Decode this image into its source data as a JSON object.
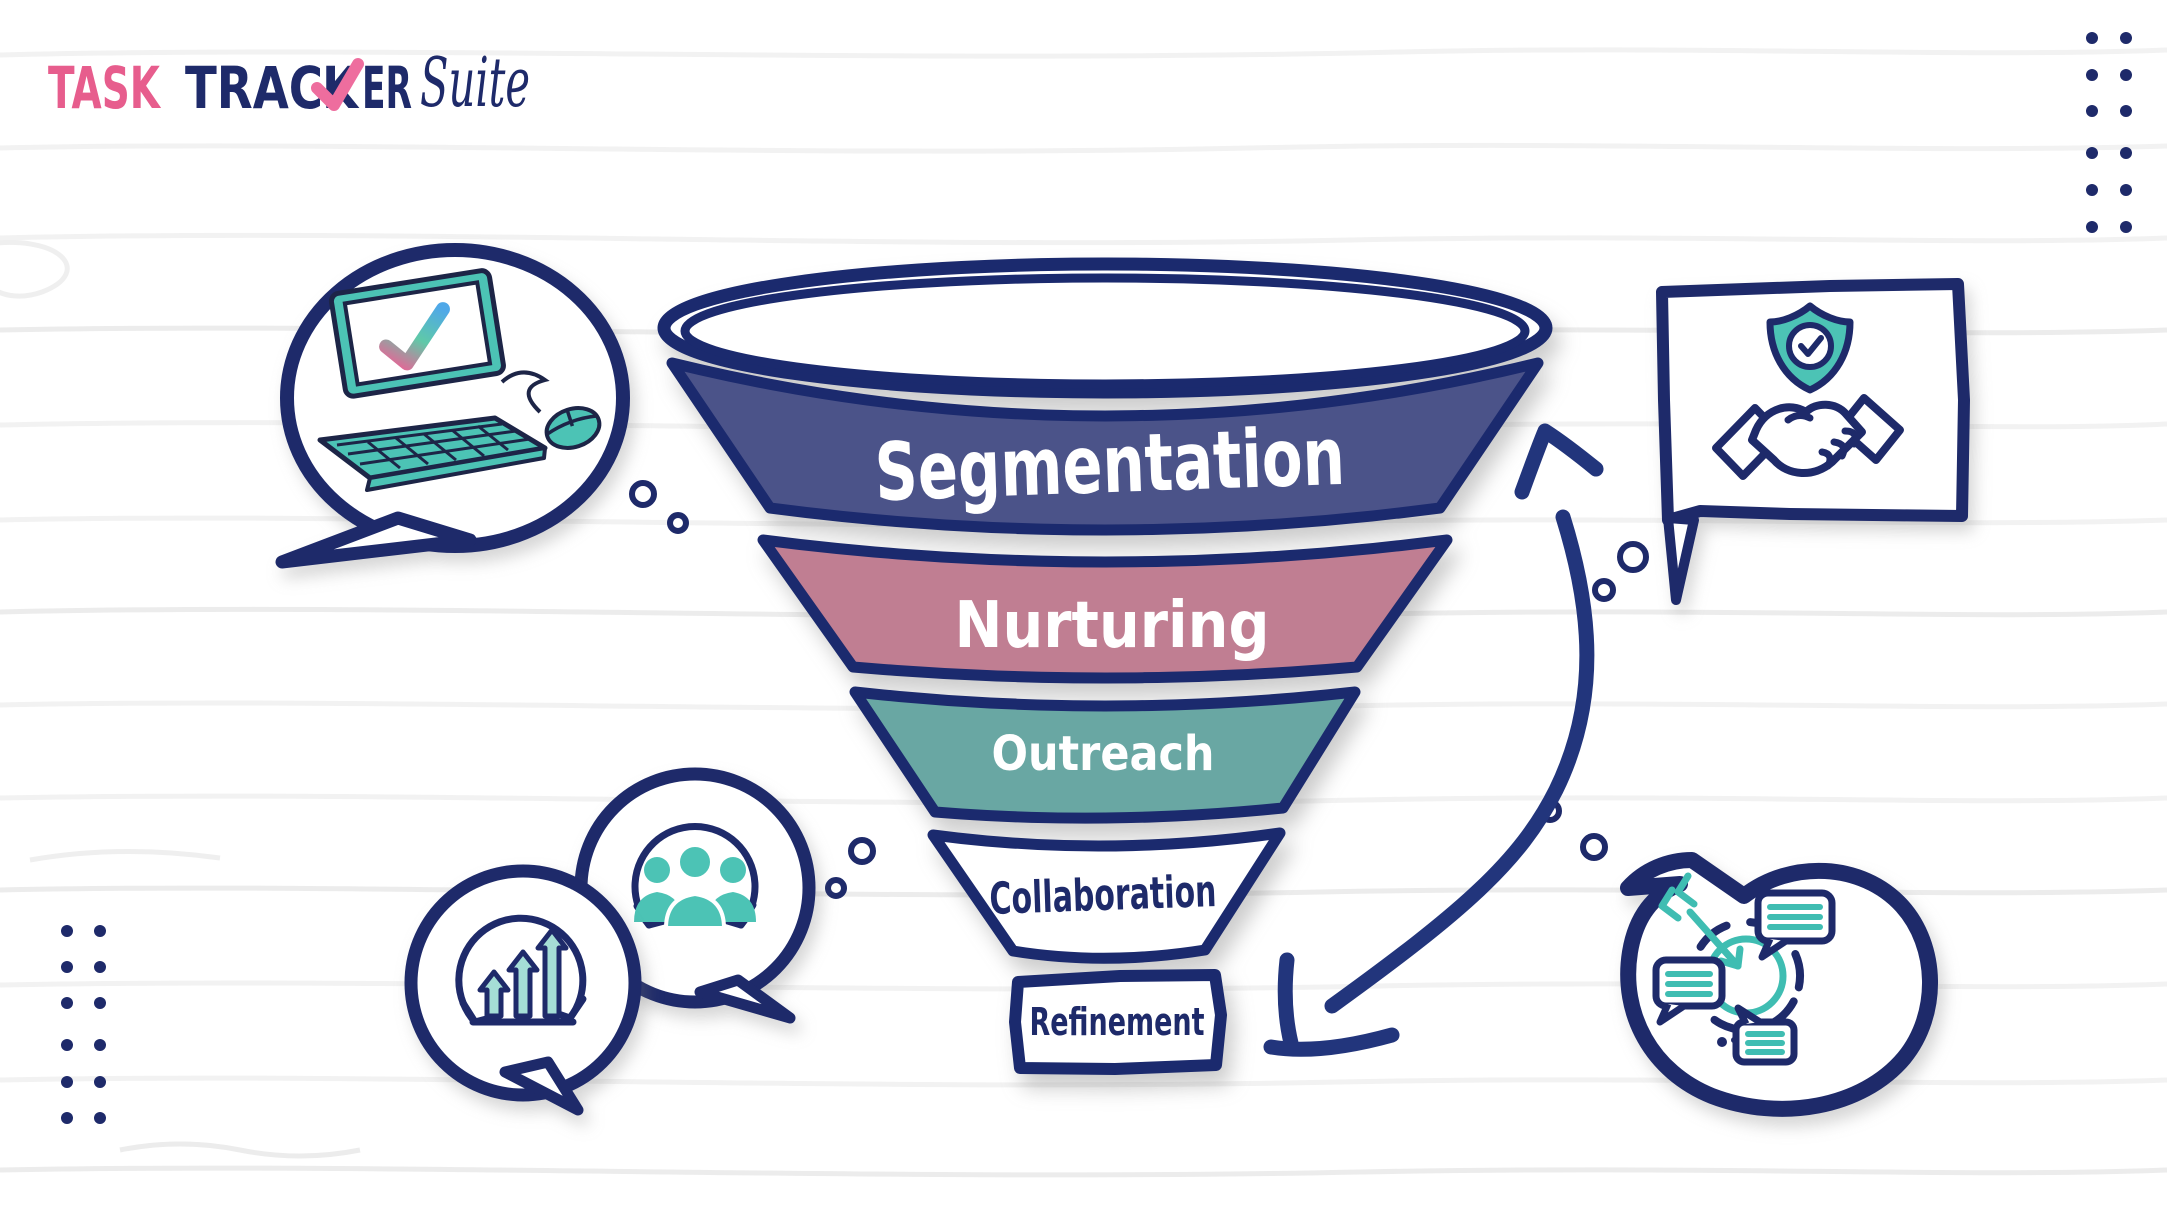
{
  "brand": {
    "task": "TASK",
    "trac": "TRAC",
    "k": "K",
    "er": "ER",
    "suite": "Suite"
  },
  "funnel": {
    "stages": [
      {
        "label": "Segmentation",
        "fill": "#4b5389",
        "text_color": "#ffffff"
      },
      {
        "label": "Nurturing",
        "fill": "#c07e92",
        "text_color": "#ffffff"
      },
      {
        "label": "Outreach",
        "fill": "#69a7a3",
        "text_color": "#ffffff"
      },
      {
        "label": "Collaboration",
        "fill": "#ffffff",
        "text_color": "#1e2a6a"
      },
      {
        "label": "Refinement",
        "fill": "#ffffff",
        "text_color": "#1e2a6a"
      }
    ]
  },
  "colors": {
    "navy": "#1e2a6a",
    "outline_navy": "#1b2a6e",
    "pink": "#e75d8d",
    "check_pink": "#ee6d9e",
    "teal": "#4cc3b5",
    "teal_line": "#3fbdb2",
    "light_teal": "#a5ded6",
    "arrow_navy": "#22357c",
    "rose": "#c07e92",
    "slate_blue": "#4b5389",
    "muted_teal": "#69a7a3"
  },
  "icons": {
    "left_bubble": "laptop-checkmark-icon",
    "top_right_card": "handshake-shield-icon",
    "bottom_left_back_bubble": "team-cycle-icon",
    "bottom_left_front_bubble": "growth-arrows-cycle-icon",
    "bottom_right_bubble": "target-chat-icon"
  }
}
